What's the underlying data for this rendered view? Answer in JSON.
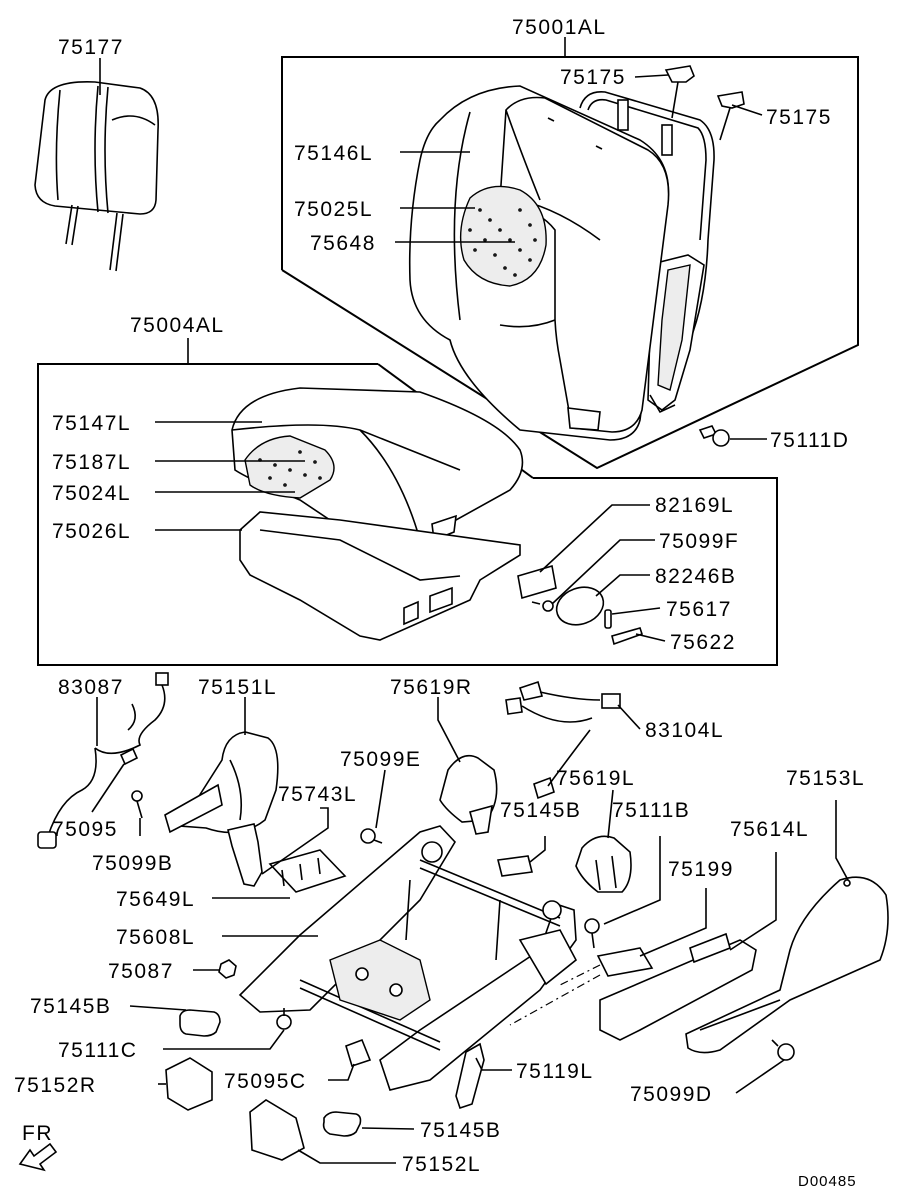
{
  "diagram_id": "D00485",
  "direction_label": "FR",
  "labels": {
    "p75001AL": "75001AL",
    "p75177": "75177",
    "p75175a": "75175",
    "p75175b": "75175",
    "p75146L": "75146L",
    "p75025L": "75025L",
    "p75648": "75648",
    "p75004AL": "75004AL",
    "p75111D": "75111D",
    "p75147L": "75147L",
    "p75187L": "75187L",
    "p75024L": "75024L",
    "p75026L": "75026L",
    "p82169L": "82169L",
    "p75099F": "75099F",
    "p82246B": "82246B",
    "p75617": "75617",
    "p75622": "75622",
    "p83087": "83087",
    "p75151L": "75151L",
    "p75619R": "75619R",
    "p83104L": "83104L",
    "p75099E": "75099E",
    "p75743L": "75743L",
    "p75095": "75095",
    "p75099B": "75099B",
    "p75145Ba": "75145B",
    "p75619L": "75619L",
    "p75111B": "75111B",
    "p75153L": "75153L",
    "p75614L": "75614L",
    "p75199": "75199",
    "p75649L": "75649L",
    "p75608L": "75608L",
    "p75087": "75087",
    "p75145Bb": "75145B",
    "p75111C": "75111C",
    "p75152R": "75152R",
    "p75095C": "75095C",
    "p75119L": "75119L",
    "p75099D": "75099D",
    "p75145Bc": "75145B",
    "p75152L": "75152L"
  }
}
